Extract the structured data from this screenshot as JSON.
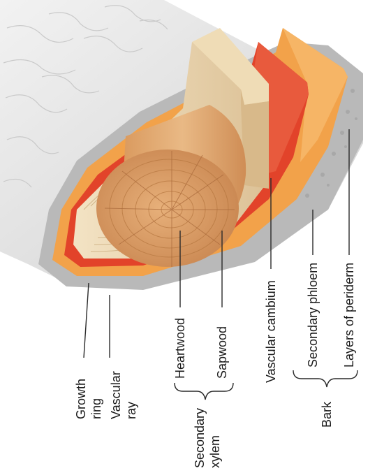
{
  "labels": {
    "growth_ring": [
      "Growth",
      "ring"
    ],
    "vascular_ray": [
      "Vascular",
      "ray"
    ],
    "heartwood": "Heartwood",
    "sapwood": "Sapwood",
    "secondary_xylem": [
      "Secondary",
      "xylem"
    ],
    "vascular_cambium": "Vascular cambium",
    "secondary_phloem": "Secondary phloem",
    "layers_of_periderm": "Layers of periderm",
    "bark": "Bark"
  },
  "colors": {
    "periderm": "#b9b9b9",
    "secondary_phloem": "#f2a24a",
    "vascular_cambium": "#e2432a",
    "sapwood": "#e8d3ad",
    "heartwood": "#d69b62",
    "outer_bark_surface": "#e6e6e6"
  }
}
